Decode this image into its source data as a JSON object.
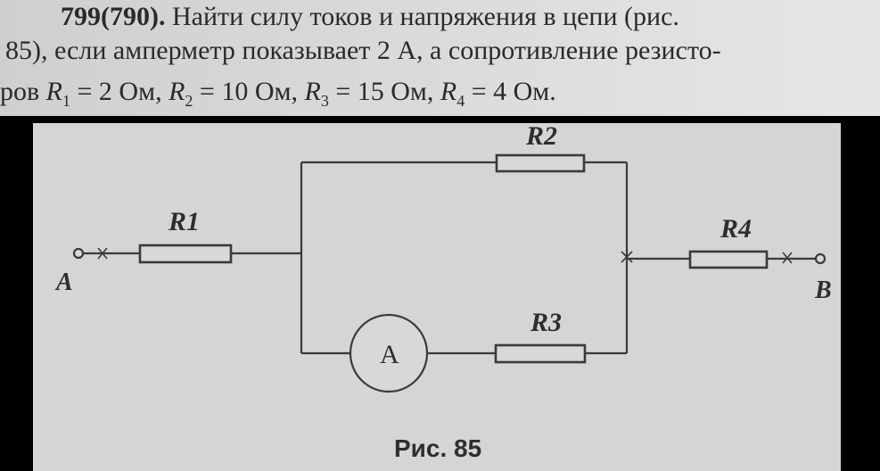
{
  "problem": {
    "number": "799(790).",
    "line1_text": " Найти силу токов и напряжения в цепи (рис.",
    "line2_text": "85), если амперметр показывает 2 А, а сопротивление резисто-",
    "line3_prefix": "ров ",
    "r1_sym": "R",
    "r1_sub": "1",
    "r1_val": " = 2 Ом, ",
    "r2_sym": "R",
    "r2_sub": "2",
    "r2_val": " = 10 Ом, ",
    "r3_sym": "R",
    "r3_sub": "3",
    "r3_val": " = 15 Ом, ",
    "r4_sym": "R",
    "r4_sub": "4",
    "r4_val": " = 4 Ом."
  },
  "figure": {
    "labels": {
      "r1": "R1",
      "r2": "R2",
      "r3": "R3",
      "r4": "R4",
      "ammeter": "A",
      "node_a": "A",
      "node_b": "B"
    },
    "caption": "Рис. 85"
  },
  "colors": {
    "text_bg": "#d6d6d8",
    "figure_bg": "#d5d5d7",
    "ink": "#2e2e30",
    "outer_bg": "#000000"
  }
}
